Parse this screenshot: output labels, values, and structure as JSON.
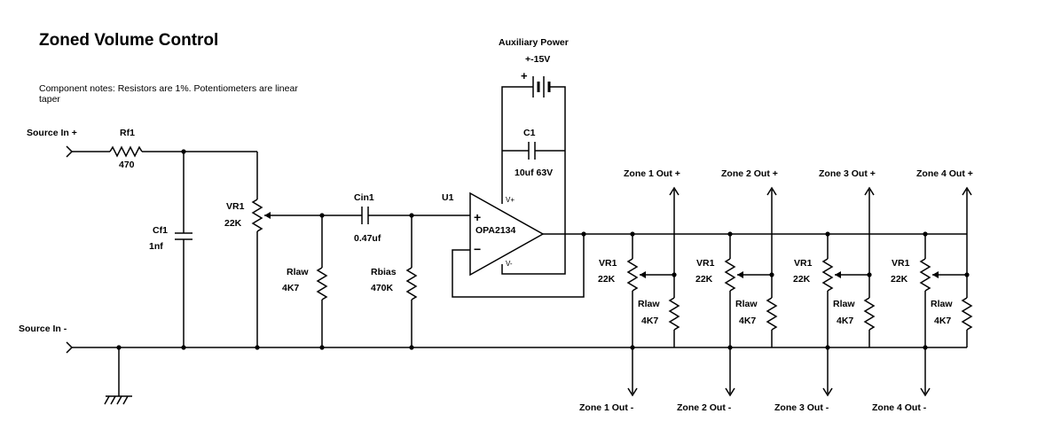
{
  "title": "Zoned Volume Control",
  "notes": [
    "Component notes:  Resistors are 1%.  Potentiometers are linear",
    "taper"
  ],
  "aux_power": {
    "label": "Auxiliary Power",
    "voltage": "+-15V"
  },
  "source_in_plus": "Source In +",
  "source_in_minus": "Source In -",
  "rf1": {
    "name": "Rf1",
    "value": "470"
  },
  "cf1": {
    "name": "Cf1",
    "value": "1nf"
  },
  "vr1_main": {
    "name": "VR1",
    "value": "22K"
  },
  "rlaw_main": {
    "name": "Rlaw",
    "value": "4K7"
  },
  "cin1": {
    "name": "Cin1",
    "value": "0.47uf"
  },
  "rbias": {
    "name": "Rbias",
    "value": "470K"
  },
  "u1": {
    "name": "U1",
    "part": "OPA2134",
    "plus": "+",
    "minus": "−",
    "vplus": "V+",
    "vminus": "V-"
  },
  "c1": {
    "name": "C1",
    "value": "10uf 63V"
  },
  "battery_plus": "+",
  "zones": [
    {
      "out_plus": "Zone 1 Out +",
      "out_minus": "Zone 1 Out -",
      "vr_name": "VR1",
      "vr_value": "22K",
      "rlaw_name": "Rlaw",
      "rlaw_value": "4K7"
    },
    {
      "out_plus": "Zone 2 Out +",
      "out_minus": "Zone 2 Out -",
      "vr_name": "VR1",
      "vr_value": "22K",
      "rlaw_name": "Rlaw",
      "rlaw_value": "4K7"
    },
    {
      "out_plus": "Zone 3 Out +",
      "out_minus": "Zone 3 Out -",
      "vr_name": "VR1",
      "vr_value": "22K",
      "rlaw_name": "Rlaw",
      "rlaw_value": "4K7"
    },
    {
      "out_plus": "Zone 4 Out +",
      "out_minus": "Zone 4 Out -",
      "vr_name": "VR1",
      "vr_value": "22K",
      "rlaw_name": "Rlaw",
      "rlaw_value": "4K7"
    }
  ]
}
